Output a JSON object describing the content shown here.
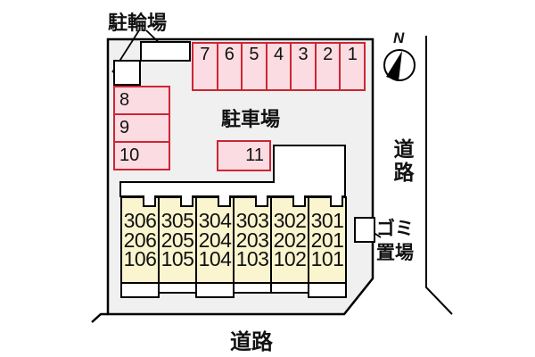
{
  "plan_title": "site-plan",
  "labels": {
    "bicycle_parking": "駐輪場",
    "parking_lot": "駐車場",
    "garbage_area": "ゴミ\n置場",
    "road_right": "道路",
    "road_bottom": "道路",
    "compass_north": "N"
  },
  "parking": {
    "top_row": [
      "7",
      "6",
      "5",
      "4",
      "3",
      "2",
      "1"
    ],
    "left_column": [
      "8",
      "9",
      "10"
    ],
    "center_space": "11"
  },
  "building": {
    "units": [
      [
        "306",
        "206",
        "106"
      ],
      [
        "305",
        "205",
        "105"
      ],
      [
        "304",
        "204",
        "104"
      ],
      [
        "303",
        "203",
        "103"
      ],
      [
        "302",
        "202",
        "102"
      ],
      [
        "301",
        "201",
        "101"
      ]
    ]
  },
  "colors": {
    "space_fill": "#fbdce2",
    "space_border": "#cc2633",
    "unit_fill": "#faf5cf",
    "site_fill": "#f0f0f0",
    "outline": "#000000",
    "background": "#ffffff"
  }
}
